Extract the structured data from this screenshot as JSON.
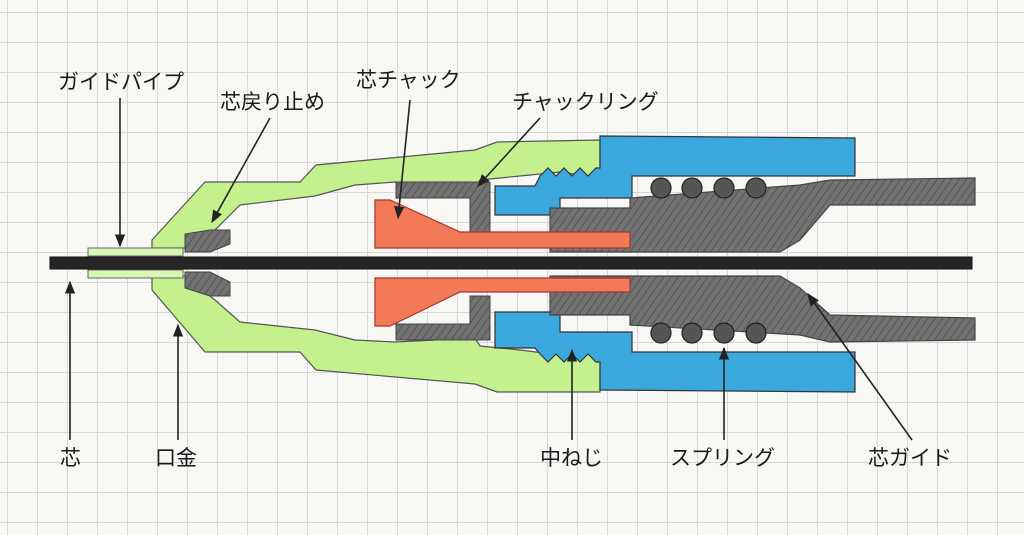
{
  "labels": {
    "guide_pipe": "ガイドパイプ",
    "lead_stopper": "芯戻り止め",
    "lead_chuck": "芯チャック",
    "chuck_ring": "チャックリング",
    "lead": "芯",
    "tip": "口金",
    "inner_screw": "中ねじ",
    "spring": "スプリング",
    "lead_guide": "芯ガイド"
  },
  "colors": {
    "green": "#c4f08e",
    "blue": "#3aa8dc",
    "orange": "#f27a56",
    "gray": "#6f6f6f",
    "lead": "#262626"
  }
}
